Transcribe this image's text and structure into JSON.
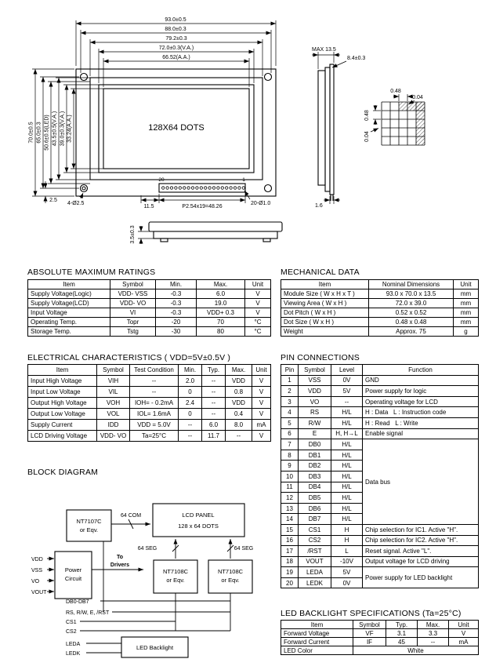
{
  "sections": {
    "amr_title": "ABSOLUTE MAXIMUM RATINGS",
    "mech_title": "MECHANICAL DATA",
    "ec_title": "ELECTRICAL CHARACTERISTICS  ( VDD=5V±0.5V )",
    "pin_title": "PIN CONNECTIONS",
    "block_title": "BLOCK DIAGRAM",
    "led_title": "LED BACKLIGHT SPECIFICATIONS (Ta=25°C)"
  },
  "drawing": {
    "dots_label": "128X64  DOTS",
    "dim_width_outer": "93.0±0.5",
    "dim_width_hole": "88.0±0.3",
    "dim_width_bezel": "79.2±0.3",
    "dim_width_va": "72.0±0.3(V.A.)",
    "dim_width_aa": "66.52(A.A.)",
    "dim_height_outer": "70.0±0.5",
    "dim_height_hole": "65.0±0.3",
    "dim_height_led": "50.6±0.5(LED)",
    "dim_height_bezel": "43.5±0.5(V.A.)",
    "dim_height_va": "39.0±0.3(V.A.)",
    "dim_height_aa": "33.24(A.A.)",
    "dim_hole_offset": "2.5",
    "hole_callout": "4-Ø2.5",
    "dim_pin_offset": "11.5",
    "dim_pin_pitch": "P2.54x19=48.26",
    "pin_hole_callout": "20-Ø1.0",
    "pin_first": "20",
    "pin_last": "1",
    "dim_thickness_max": "MAX 13.5",
    "dim_bezel_height": "8.4±0.3",
    "dot_width": "0.48",
    "dot_gap_w": "0.04",
    "dot_height": "0.48",
    "dot_gap_h": "0.04",
    "dim_pcb_thickness": "1.6",
    "dim_backlight_height": "3.5±0.3"
  },
  "tables": {
    "amr": {
      "header": [
        "Item",
        "Symbol",
        "Min.",
        "Max.",
        "Unit"
      ],
      "rows": [
        [
          "Supply Voltage(Logic)",
          "VDD- VSS",
          "-0.3",
          "6.0",
          "V"
        ],
        [
          "Supply Voltage(LCD)",
          "VDD- VO",
          "-0.3",
          "19.0",
          "V"
        ],
        [
          "Input Voltage",
          "VI",
          "-0.3",
          "VDD+ 0.3",
          "V"
        ],
        [
          "Operating Temp.",
          "Topr",
          "-20",
          "70",
          "°C"
        ],
        [
          "Storage Temp.",
          "Tstg",
          "-30",
          "80",
          "°C"
        ]
      ]
    },
    "mech": {
      "header": [
        "Item",
        "Nominal Dimensions",
        "Unit"
      ],
      "rows": [
        [
          "Module Size ( W x H x T )",
          "93.0 x 70.0 x 13.5",
          "mm"
        ],
        [
          "Viewing Area ( W x H )",
          "72.0 x 39.0",
          "mm"
        ],
        [
          "Dot Pitch ( W x H )",
          "0.52 x 0.52",
          "mm"
        ],
        [
          "Dot Size ( W x H )",
          "0.48 x 0.48",
          "mm"
        ],
        [
          "Weight",
          "Approx. 75",
          "g"
        ]
      ]
    },
    "ec": {
      "header": [
        "Item",
        "Symbol",
        "Test Condition",
        "Min.",
        "Typ.",
        "Max.",
        "Unit"
      ],
      "rows": [
        [
          "Input High Voltage",
          "VIH",
          "--",
          "2.0",
          "--",
          "VDD",
          "V"
        ],
        [
          "Input Low Voltage",
          "VIL",
          "--",
          "0",
          "--",
          "0.8",
          "V"
        ],
        [
          "Output High Voltage",
          "VOH",
          "IOH= - 0.2mA",
          "2.4",
          "--",
          "VDD",
          "V"
        ],
        [
          "Output Low Voltage",
          "VOL",
          "IOL= 1.6mA",
          "0",
          "--",
          "0.4",
          "V"
        ],
        [
          "Supply Current",
          "IDD",
          "VDD = 5.0V",
          "--",
          "6.0",
          "8.0",
          "mA"
        ],
        [
          "LCD Driving Voltage",
          "VDD- VO",
          "Ta=25°C",
          "--",
          "11.7",
          "--",
          "V"
        ]
      ]
    },
    "pin": {
      "header": [
        "Pin",
        "Symbol",
        "Level",
        "Function"
      ],
      "rows": [
        [
          "1",
          "VSS",
          "0V",
          "GND"
        ],
        [
          "2",
          "VDD",
          "5V",
          "Power supply for logic"
        ],
        [
          "3",
          "VO",
          "--",
          "Operating voltage for LCD"
        ],
        [
          "4",
          "RS",
          "H/L",
          "H : Data   L : Instruction code"
        ],
        [
          "5",
          "R/W",
          "H/L",
          "H : Read   L : Write"
        ],
        [
          "6",
          "E",
          "H, H→L",
          "Enable signal"
        ],
        [
          "7",
          "DB0",
          "H/L",
          {
            "t": "Data bus",
            "rs": 8
          }
        ],
        [
          "8",
          "DB1",
          "H/L"
        ],
        [
          "9",
          "DB2",
          "H/L"
        ],
        [
          "10",
          "DB3",
          "H/L"
        ],
        [
          "11",
          "DB4",
          "H/L"
        ],
        [
          "12",
          "DB5",
          "H/L"
        ],
        [
          "13",
          "DB6",
          "H/L"
        ],
        [
          "14",
          "DB7",
          "H/L"
        ],
        [
          "15",
          "CS1",
          "H",
          "Chip selection for IC1. Active \"H\"."
        ],
        [
          "16",
          "CS2",
          "H",
          "Chip selection for IC2. Active \"H\"."
        ],
        [
          "17",
          "/RST",
          "L",
          "Reset signal. Active \"L\"."
        ],
        [
          "18",
          "VOUT",
          "-10V",
          "Output voltage for LCD driving"
        ],
        [
          "19",
          "LEDA",
          "5V",
          {
            "t": "Power supply for LED backlight",
            "rs": 2
          }
        ],
        [
          "20",
          "LEDK",
          "0V"
        ]
      ]
    },
    "led": {
      "header": [
        "Item",
        "Symbol",
        "Typ.",
        "Max.",
        "Unit"
      ],
      "rows": [
        [
          "Forward Voltage",
          "VF",
          "3.1",
          "3.3",
          "V"
        ],
        [
          "Forward Current",
          "IF",
          "45",
          "--",
          "mA"
        ],
        [
          "LED Color",
          {
            "t": "White",
            "cs": 4
          }
        ]
      ]
    }
  },
  "block": {
    "ic_com": "NT7107C",
    "ic_seg": "NT7108C",
    "or_eqv": "or Eqv.",
    "com_label": "64 COM",
    "seg_label": "64 SEG",
    "lcd_line1": "LCD PANEL",
    "lcd_line2": "128 x 64 DOTS",
    "power_line1": "Power",
    "power_line2": "Circuit",
    "to_drivers_1": "To",
    "to_drivers_2": "Drivers",
    "sig_vdd": "VDD",
    "sig_vss": "VSS",
    "sig_vo": "VO",
    "sig_vout": "VOUT",
    "bus_db": "DB0-DB7",
    "bus_ctrl": "RS, R/W, E, /RST",
    "cs1": "CS1",
    "cs2": "CS2",
    "leda": "LEDA",
    "ledk": "LEDK",
    "led_backlight": "LED Backlight"
  }
}
